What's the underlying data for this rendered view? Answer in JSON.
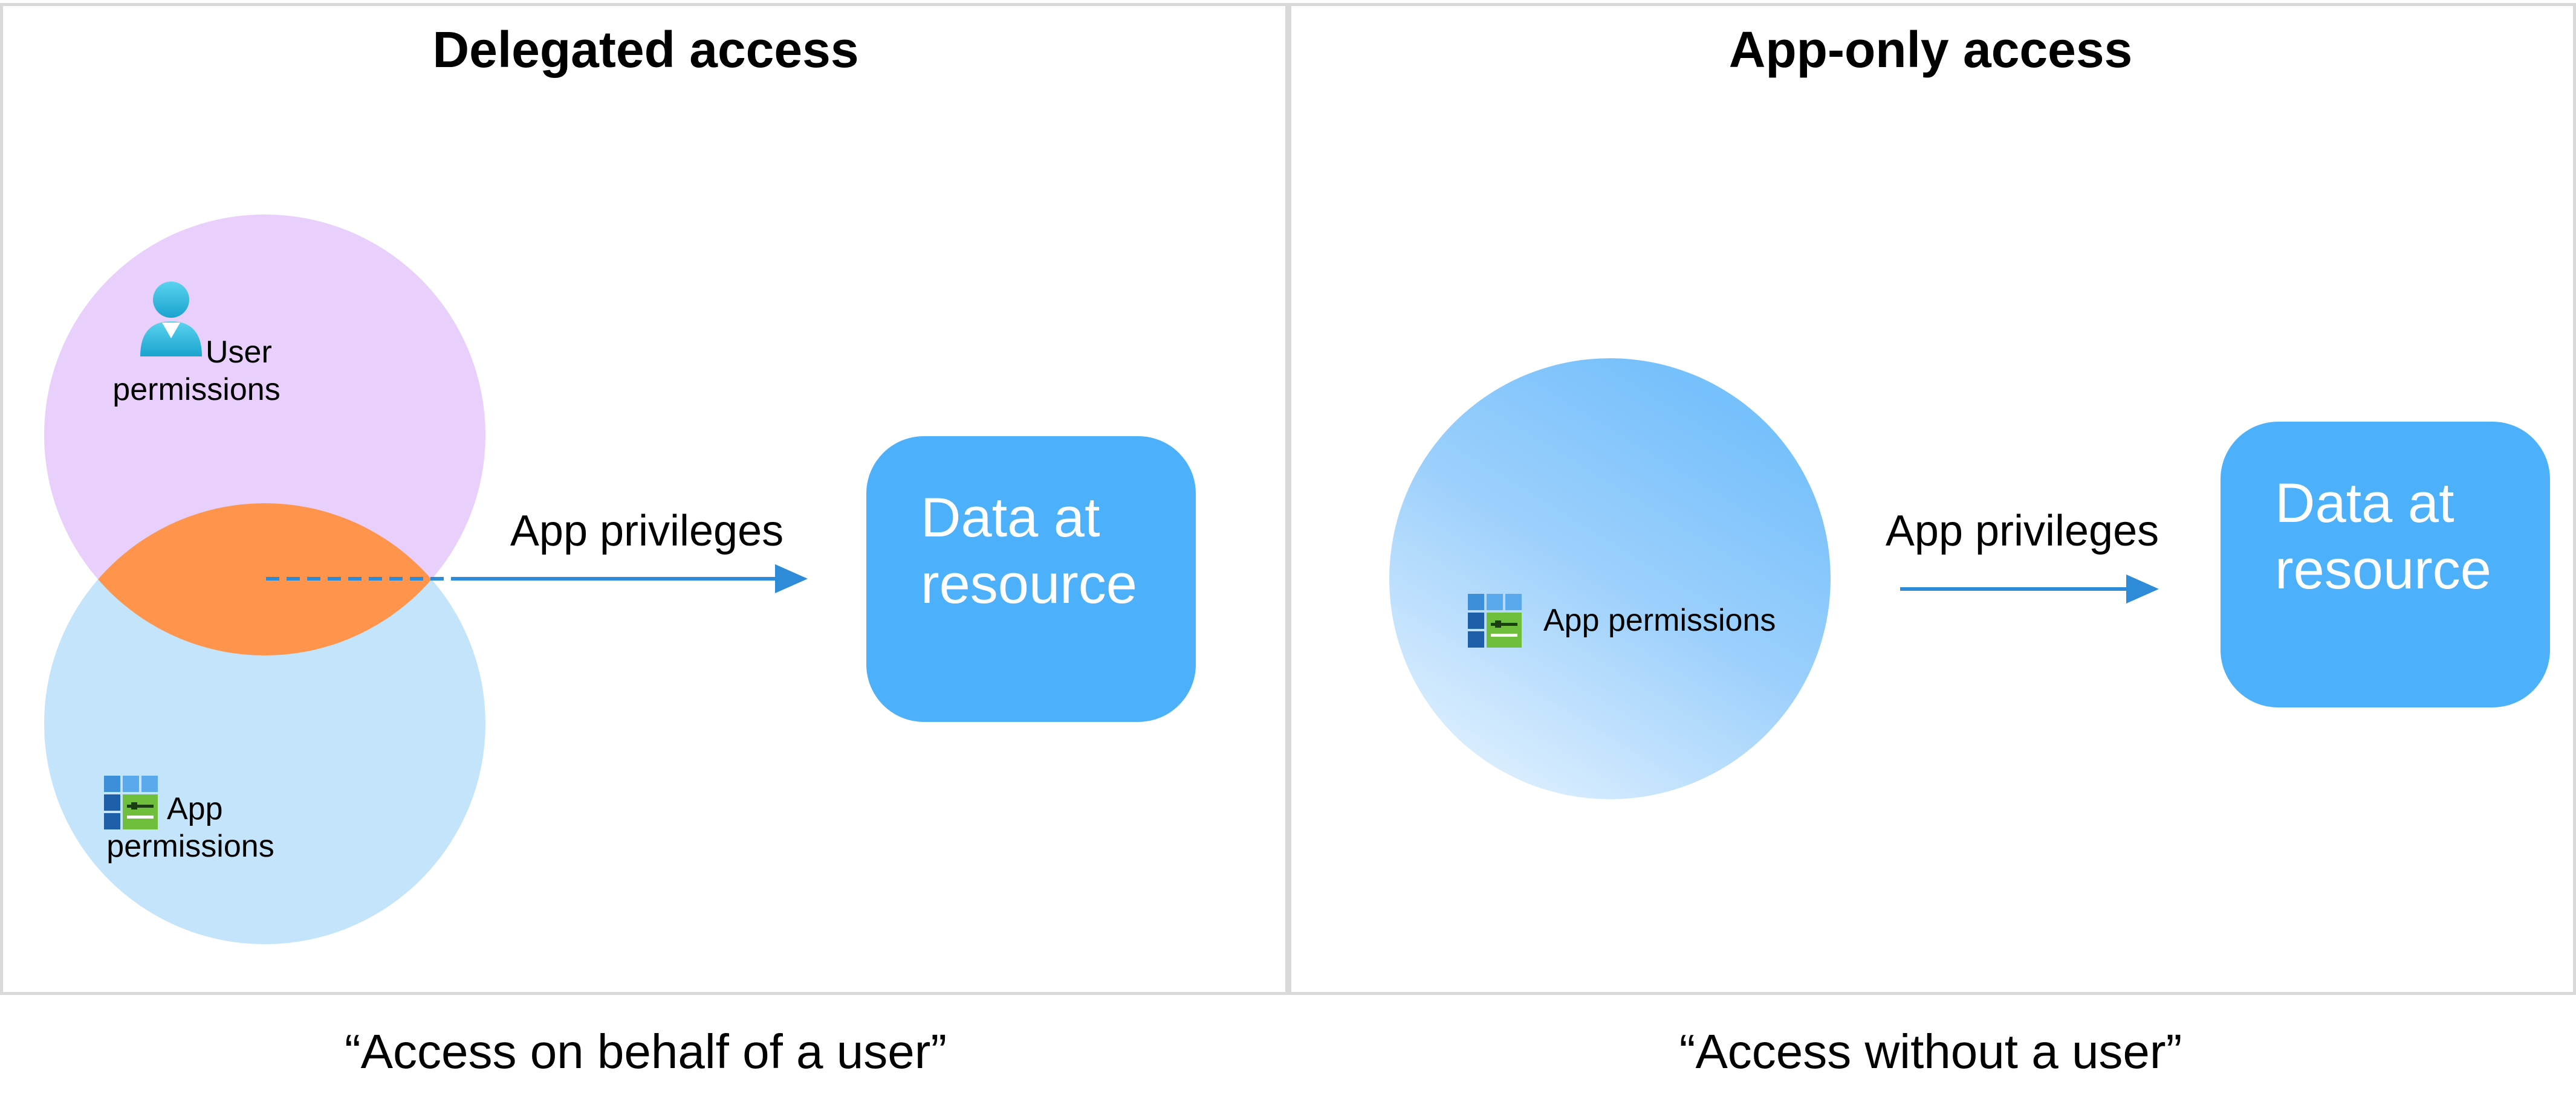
{
  "delegated": {
    "title": "Delegated access",
    "user_label_line1": "User",
    "user_label_line2": "permissions",
    "app_label_line1": "App",
    "app_label_line2": "permissions",
    "arrow_label": "App privileges",
    "box_line1": "Data at",
    "box_line2": "resource",
    "caption": "“Access on behalf of a user”"
  },
  "app_only": {
    "title": "App-only access",
    "app_label": "App permissions",
    "arrow_label": "App privileges",
    "box_line1": "Data at",
    "box_line2": "resource",
    "caption": "“Access without a user”"
  },
  "colors": {
    "user_circle": "#e9cffc",
    "app_circle": "#c3e4fb",
    "overlap": "#ff944d",
    "arrow": "#2e8bd8",
    "box": "#4db0fb"
  },
  "icons": {
    "user": "user-icon",
    "app": "app-grid-icon"
  }
}
